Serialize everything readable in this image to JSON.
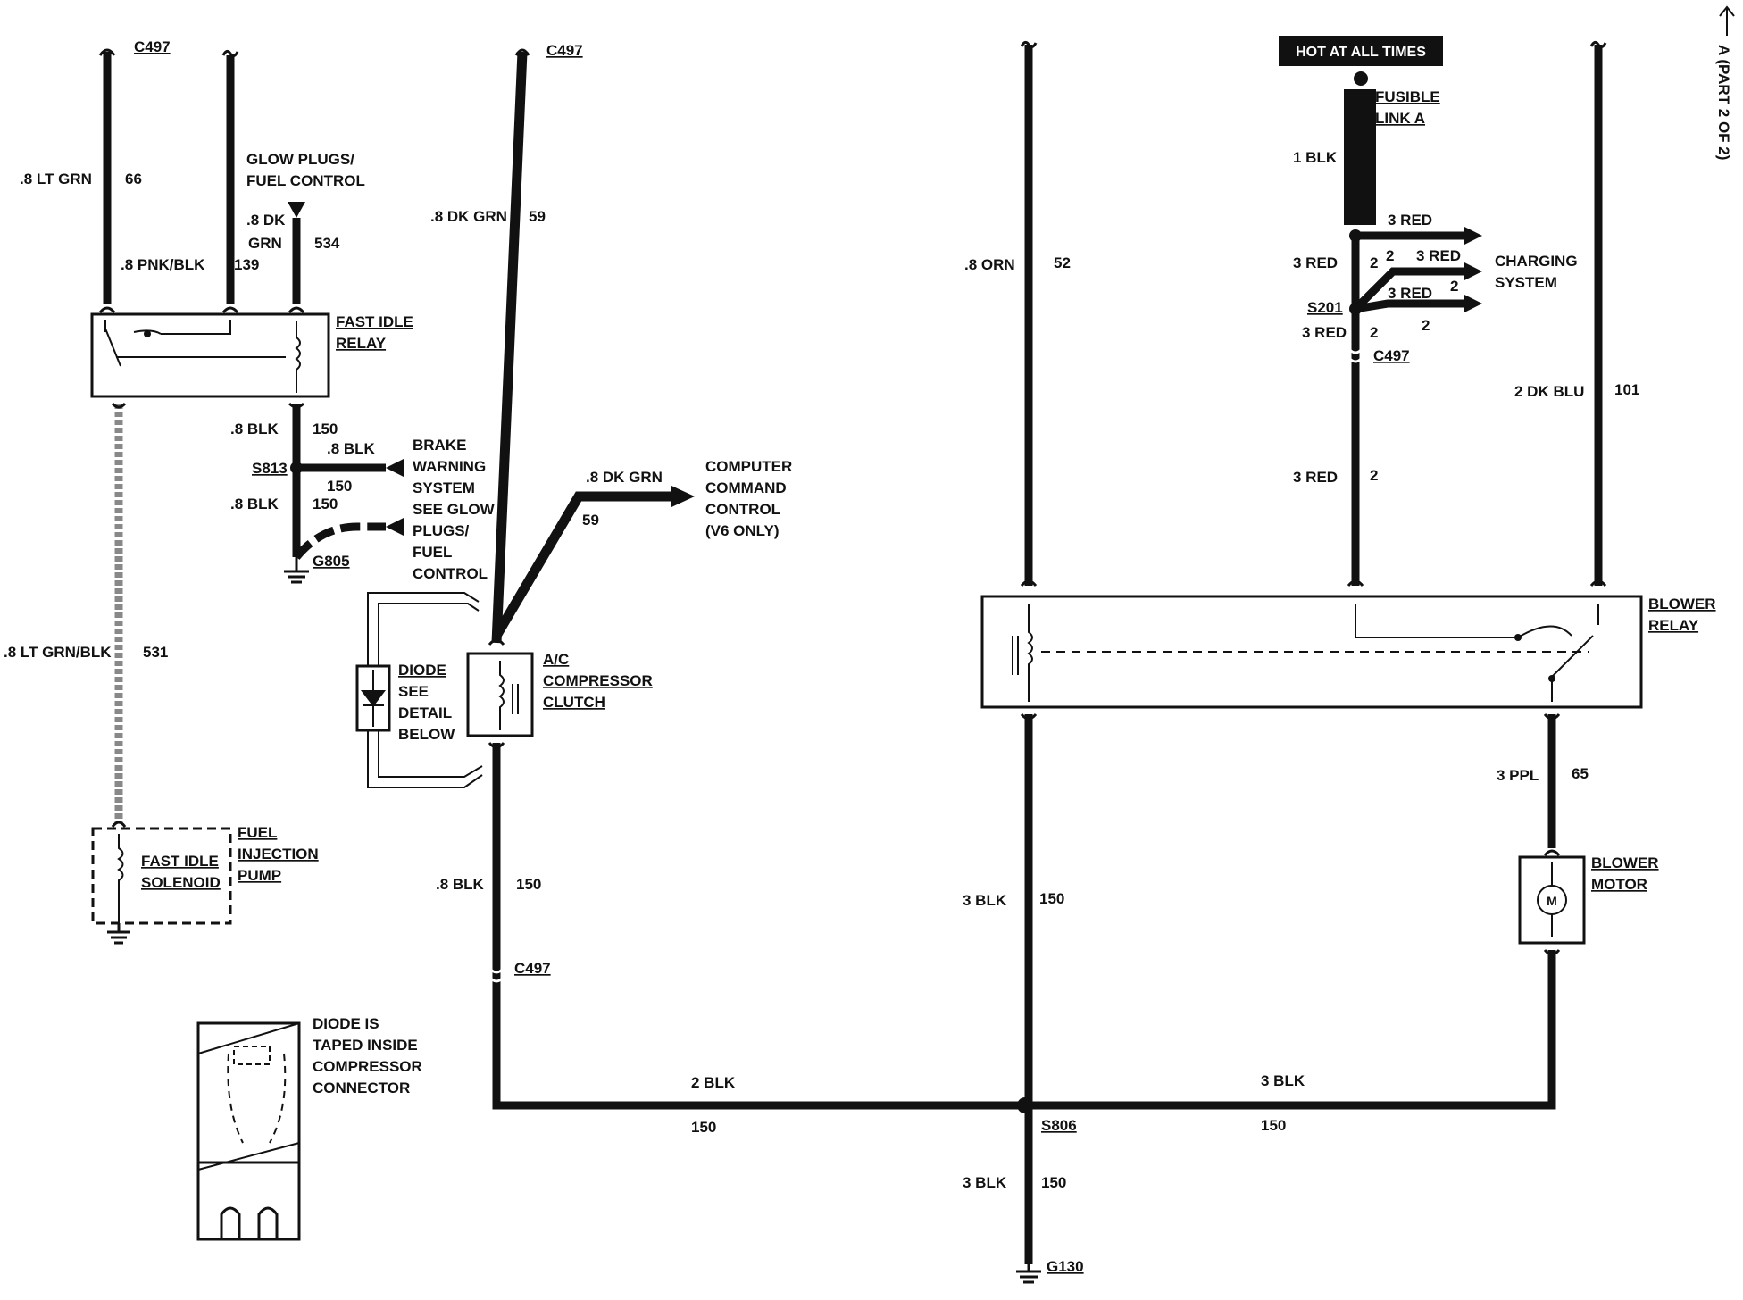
{
  "diagram": {
    "page_ref": "A (PART 2 OF 2)",
    "hot_label": "HOT AT ALL TIMES",
    "connector_c497": "C497",
    "fusible_link": [
      "FUSIBLE",
      "LINK A"
    ],
    "fast_idle_relay": [
      "FAST IDLE",
      "RELAY"
    ],
    "glow_plugs": [
      "GLOW PLUGS/",
      "FUEL CONTROL"
    ],
    "brake_warning": [
      "BRAKE",
      "WARNING",
      "SYSTEM"
    ],
    "see_glow": [
      "SEE GLOW",
      "PLUGS/",
      "FUEL",
      "CONTROL"
    ],
    "computer_cmd": [
      "COMPUTER",
      "COMMAND",
      "CONTROL",
      "(V6 ONLY)"
    ],
    "diode_label": [
      "DIODE",
      "SEE",
      "DETAIL",
      "BELOW"
    ],
    "ac_clutch": [
      "A/C",
      "COMPRESSOR",
      "CLUTCH"
    ],
    "fast_idle_solenoid": [
      "FAST IDLE",
      "SOLENOID"
    ],
    "fuel_injection_pump": [
      "FUEL",
      "INJECTION",
      "PUMP"
    ],
    "diode_detail": [
      "DIODE IS",
      "TAPED INSIDE",
      "COMPRESSOR",
      "CONNECTOR"
    ],
    "charging_system": [
      "CHARGING",
      "SYSTEM"
    ],
    "blower_relay": [
      "BLOWER",
      "RELAY"
    ],
    "blower_motor": [
      "BLOWER",
      "MOTOR"
    ],
    "motor_symbol": "M",
    "splices": {
      "s813": "S813",
      "s201": "S201",
      "s806": "S806"
    },
    "grounds": {
      "g805": "G805",
      "g130": "G130"
    },
    "wires": {
      "w66_color": ".8 LT GRN",
      "w66_num": "66",
      "w139_color": ".8 PNK/BLK",
      "w139_num": "139",
      "w534_color_a": ".8 DK",
      "w534_color_b": "GRN",
      "w534_num": "534",
      "w150_blk": ".8 BLK",
      "w150_num": "150",
      "w531_color": ".8 LT GRN/BLK",
      "w531_num": "531",
      "w59_color": ".8 DK GRN",
      "w59_num": "59",
      "w52_color": ".8 ORN",
      "w52_num": "52",
      "w3blk": "3 BLK",
      "w2blk": "2 BLK",
      "w1blk": "1 BLK",
      "w3red": "3 RED",
      "w2": "2",
      "w101_color": "2 DK BLU",
      "w101_num": "101",
      "w3ppl": "3 PPL",
      "w65": "65"
    }
  }
}
